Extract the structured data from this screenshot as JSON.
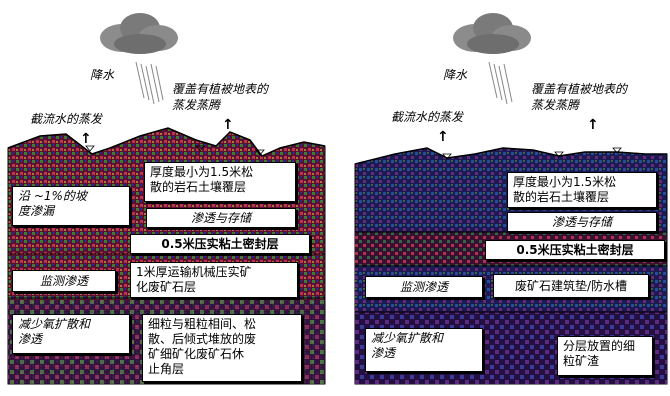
{
  "left": {
    "rain_label": "降水",
    "evap_intercept_label": "截流水的蒸发",
    "evap_veg_label": "覆盖有植被地表的蒸发蒸腾",
    "evap_veg_line1": "覆盖有植被地表的",
    "evap_veg_line2": "蒸发蒸腾",
    "slope_leak_line1": "沿 ~1%的坡",
    "slope_leak_line2": "度渗漏",
    "cover_line1": "厚度最小为1.5米松",
    "cover_line2": "散的岩石土壤覆层",
    "infiltration_storage": "渗透与存储",
    "clay_seal": "0.5米压实粘土密封层",
    "monitor_seepage": "监测渗透",
    "compacted_line1": "1米厚运输机械压实矿",
    "compacted_line2": "化废矿石层",
    "reduce_oxygen_line1": "减少氧扩散和",
    "reduce_oxygen_line2": "渗透",
    "waste_line1": "细粒与粗粒相间、松",
    "waste_line2": "散、后倾式堆放的废",
    "waste_line3": "矿细矿化废矿石休",
    "waste_line4": "止角层"
  },
  "right": {
    "rain_label": "降水",
    "evap_intercept_label": "截流水的蒸发",
    "evap_veg_line1": "覆盖有植被地表的",
    "evap_veg_line2": "蒸发蒸腾",
    "cover_line1": "厚度最小为1.5米松",
    "cover_line2": "散的岩石土壤覆层",
    "infiltration_storage": "渗透与存储",
    "clay_seal": "0.5米压实粘土密封层",
    "monitor_seepage": "监测渗透",
    "waste_pad": "废矿石建筑垫/防水槽",
    "reduce_oxygen_line1": "减少氧扩散和",
    "reduce_oxygen_line2": "渗透",
    "layered_line1": "分层放置的细",
    "layered_line2": "粒矿渣"
  },
  "colors": {
    "left_fill": "#5a1030",
    "left_grid_a": "#3c7a3c",
    "left_grid_b": "#c03050",
    "right_fill": "#1a1a55",
    "right_grid_a": "#6a2a70",
    "right_grid_b": "#2a4a9a",
    "cloud": "#888888"
  }
}
